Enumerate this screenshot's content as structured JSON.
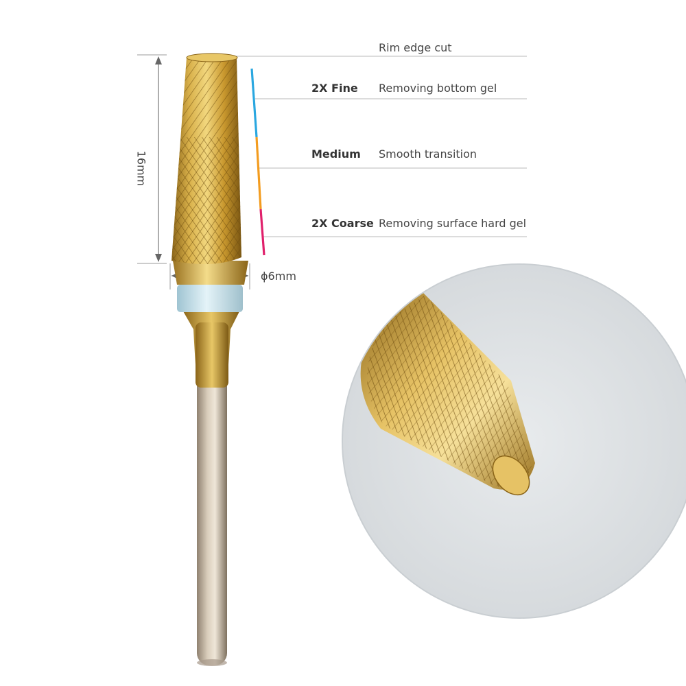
{
  "product": "nail-drill-bit",
  "dimensions": {
    "length": "16mm",
    "diameter": "ϕ6mm"
  },
  "annotations": [
    {
      "grade": "",
      "description": "Rim edge cut"
    },
    {
      "grade": "2X Fine",
      "description": "Removing bottom gel"
    },
    {
      "grade": "Medium",
      "description": "Smooth transition"
    },
    {
      "grade": "2X Coarse",
      "description": "Removing surface hard gel"
    }
  ],
  "grit_colors": {
    "fine": "#2aa7e0",
    "medium": "#f39c1f",
    "coarse": "#e0206b"
  },
  "colors": {
    "gold": "#c9a038",
    "ring": "#bcdde8",
    "shank": "#c7b9a4",
    "callout_bg": "#dde1e4"
  }
}
